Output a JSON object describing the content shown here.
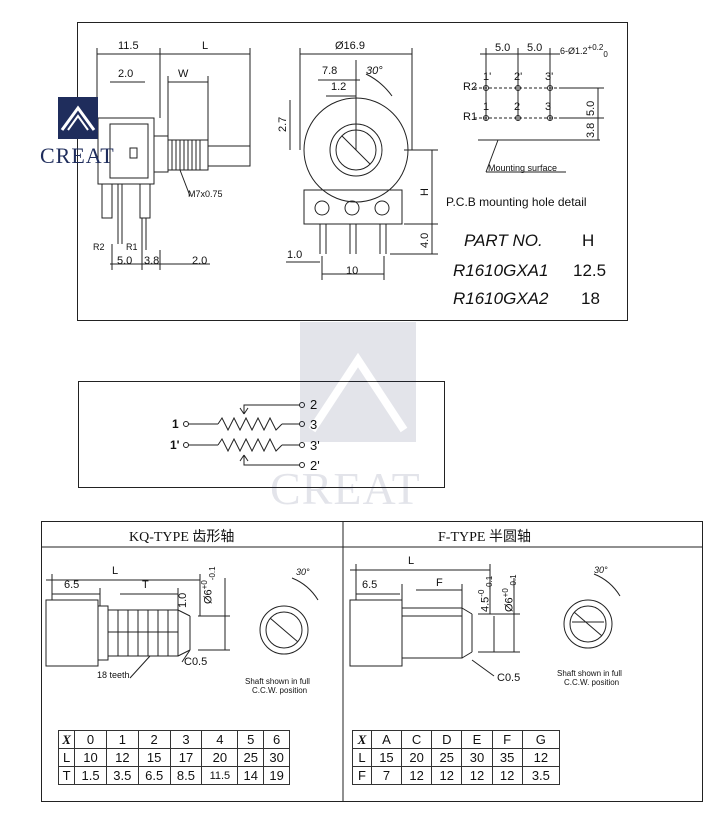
{
  "brand": {
    "name": "CREAT",
    "watermark": "CREAT"
  },
  "main_drawing": {
    "side_view": {
      "dim_11_5": "11.5",
      "dim_L": "L",
      "dim_2_0_top": "2.0",
      "dim_W": "W",
      "thread": "M7x0.75",
      "r2": "R2",
      "r1": "R1",
      "dim_5_0": "5.0",
      "dim_3_8": "3.8",
      "dim_2_0_bottom": "2.0"
    },
    "front_view": {
      "dim_dia": "Ø16.9",
      "dim_7_8": "7.8",
      "dim_1_2": "1.2",
      "angle": "30°",
      "dim_2_7": "2.7",
      "dim_H": "H",
      "dim_4_0": "4.0",
      "dim_1_0": "1.0",
      "dim_10": "10"
    },
    "pcb_detail": {
      "dim_5_0a": "5.0",
      "dim_5_0b": "5.0",
      "holes": "6-Ø1.2",
      "holes_tol_up": "+0.2",
      "holes_tol_dn": "0",
      "r2": "R2",
      "r1": "R1",
      "pin_1p": "1'",
      "pin_2p": "2'",
      "pin_3p": "3'",
      "pin_1": "1",
      "pin_2": "2",
      "pin_3": "3",
      "dim_5_0v": "5.0",
      "dim_3_8v": "3.8",
      "mounting": "Mounting surface",
      "caption": "P.C.B mounting hole detail"
    },
    "part_table": {
      "header": [
        "PART NO.",
        "H"
      ],
      "rows": [
        [
          "R1610GXA1",
          "12.5"
        ],
        [
          "R1610GXA2",
          "18"
        ]
      ]
    }
  },
  "schematic": {
    "pin_1": "1",
    "pin_2": "2",
    "pin_3": "3",
    "pin_1p": "1'",
    "pin_3p": "3'",
    "pin_2p": "2'"
  },
  "kq_type": {
    "title": "KQ-TYPE 齿形轴",
    "dim_L": "L",
    "dim_6_5": "6.5",
    "dim_T": "T",
    "dim_1_0": "1.0",
    "dim_dia": "Ø6",
    "dia_tol_up": "+0",
    "dia_tol_dn": "-0.1",
    "teeth": "18 teeth",
    "chamfer": "C0.5",
    "angle": "30°",
    "note_line1": "Shaft shown in full",
    "note_line2": "C.C.W. position",
    "table": {
      "x_label": "X",
      "x": [
        "0",
        "1",
        "2",
        "3",
        "4",
        "5",
        "6"
      ],
      "l_label": "L",
      "l": [
        "10",
        "12",
        "15",
        "17",
        "20",
        "25",
        "30"
      ],
      "t_label": "T",
      "t": [
        "1.5",
        "3.5",
        "6.5",
        "8.5",
        "11.5",
        "14",
        "19"
      ]
    }
  },
  "f_type": {
    "title": "F-TYPE 半圆轴",
    "dim_L": "L",
    "dim_6_5": "6.5",
    "dim_F": "F",
    "dim_4_5": "4.5",
    "dim_4_5_tol_up": "-0",
    "dim_4_5_tol_dn": "-0.1",
    "dim_dia": "Ø6",
    "dia_tol_up": "+0",
    "dia_tol_dn": "-0.1",
    "chamfer": "C0.5",
    "angle": "30°",
    "note_line1": "Shaft shown in full",
    "note_line2": "C.C.W. position",
    "table": {
      "x_label": "X",
      "x": [
        "A",
        "C",
        "D",
        "E",
        "F",
        "G"
      ],
      "l_label": "L",
      "l": [
        "15",
        "20",
        "25",
        "30",
        "35",
        "12"
      ],
      "f_label": "F",
      "f": [
        "7",
        "12",
        "12",
        "12",
        "12",
        "3.5"
      ]
    }
  }
}
